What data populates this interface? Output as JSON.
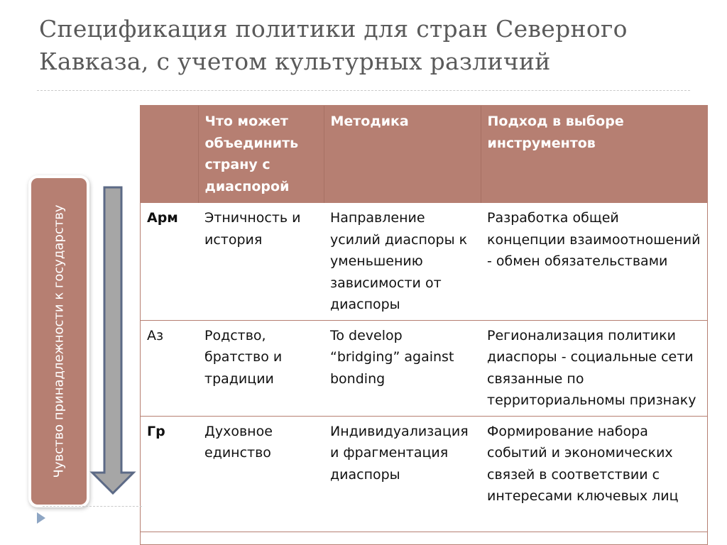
{
  "slide": {
    "title": "Спецификация политики для стран Северного Кавказа, с учетом культурных различий",
    "side_label": "Чувство принадлежности к государству",
    "icons": [
      "down-arrow-icon",
      "bullet-triangle-icon"
    ],
    "colors": {
      "accent": "#b67f72",
      "title_text": "#5a5a5a",
      "arrow_fill": "#a6a6a6",
      "arrow_stroke": "#5c6a86",
      "bullet": "#8ea6c4"
    }
  },
  "table": {
    "headers": [
      "",
      "Что может объединить страну с диаспорой",
      "Методика",
      "Подход в выборе инструментов"
    ],
    "rows": [
      {
        "label": "Арм",
        "unite": "Этничность и история",
        "method": "Направление усилий диаспоры к уменьшению зависимости от диаспоры",
        "approach": "Разработка общей концепции взаимоотношений  - обмен обязательствами"
      },
      {
        "label": "Аз",
        "unite": "Родство, братство и традиции",
        "method": "To develop “bridging” against bonding",
        "approach": "Регионализация политики диаспоры - социальные сети связанные по территориальномы признаку"
      },
      {
        "label": "Гр",
        "unite": "Духовное единство",
        "method": "Индивидуализация и фрагментация диаспоры",
        "approach": "Формирование набора событий и экономических связей в соответствии с интересами ключевых лиц"
      }
    ]
  }
}
